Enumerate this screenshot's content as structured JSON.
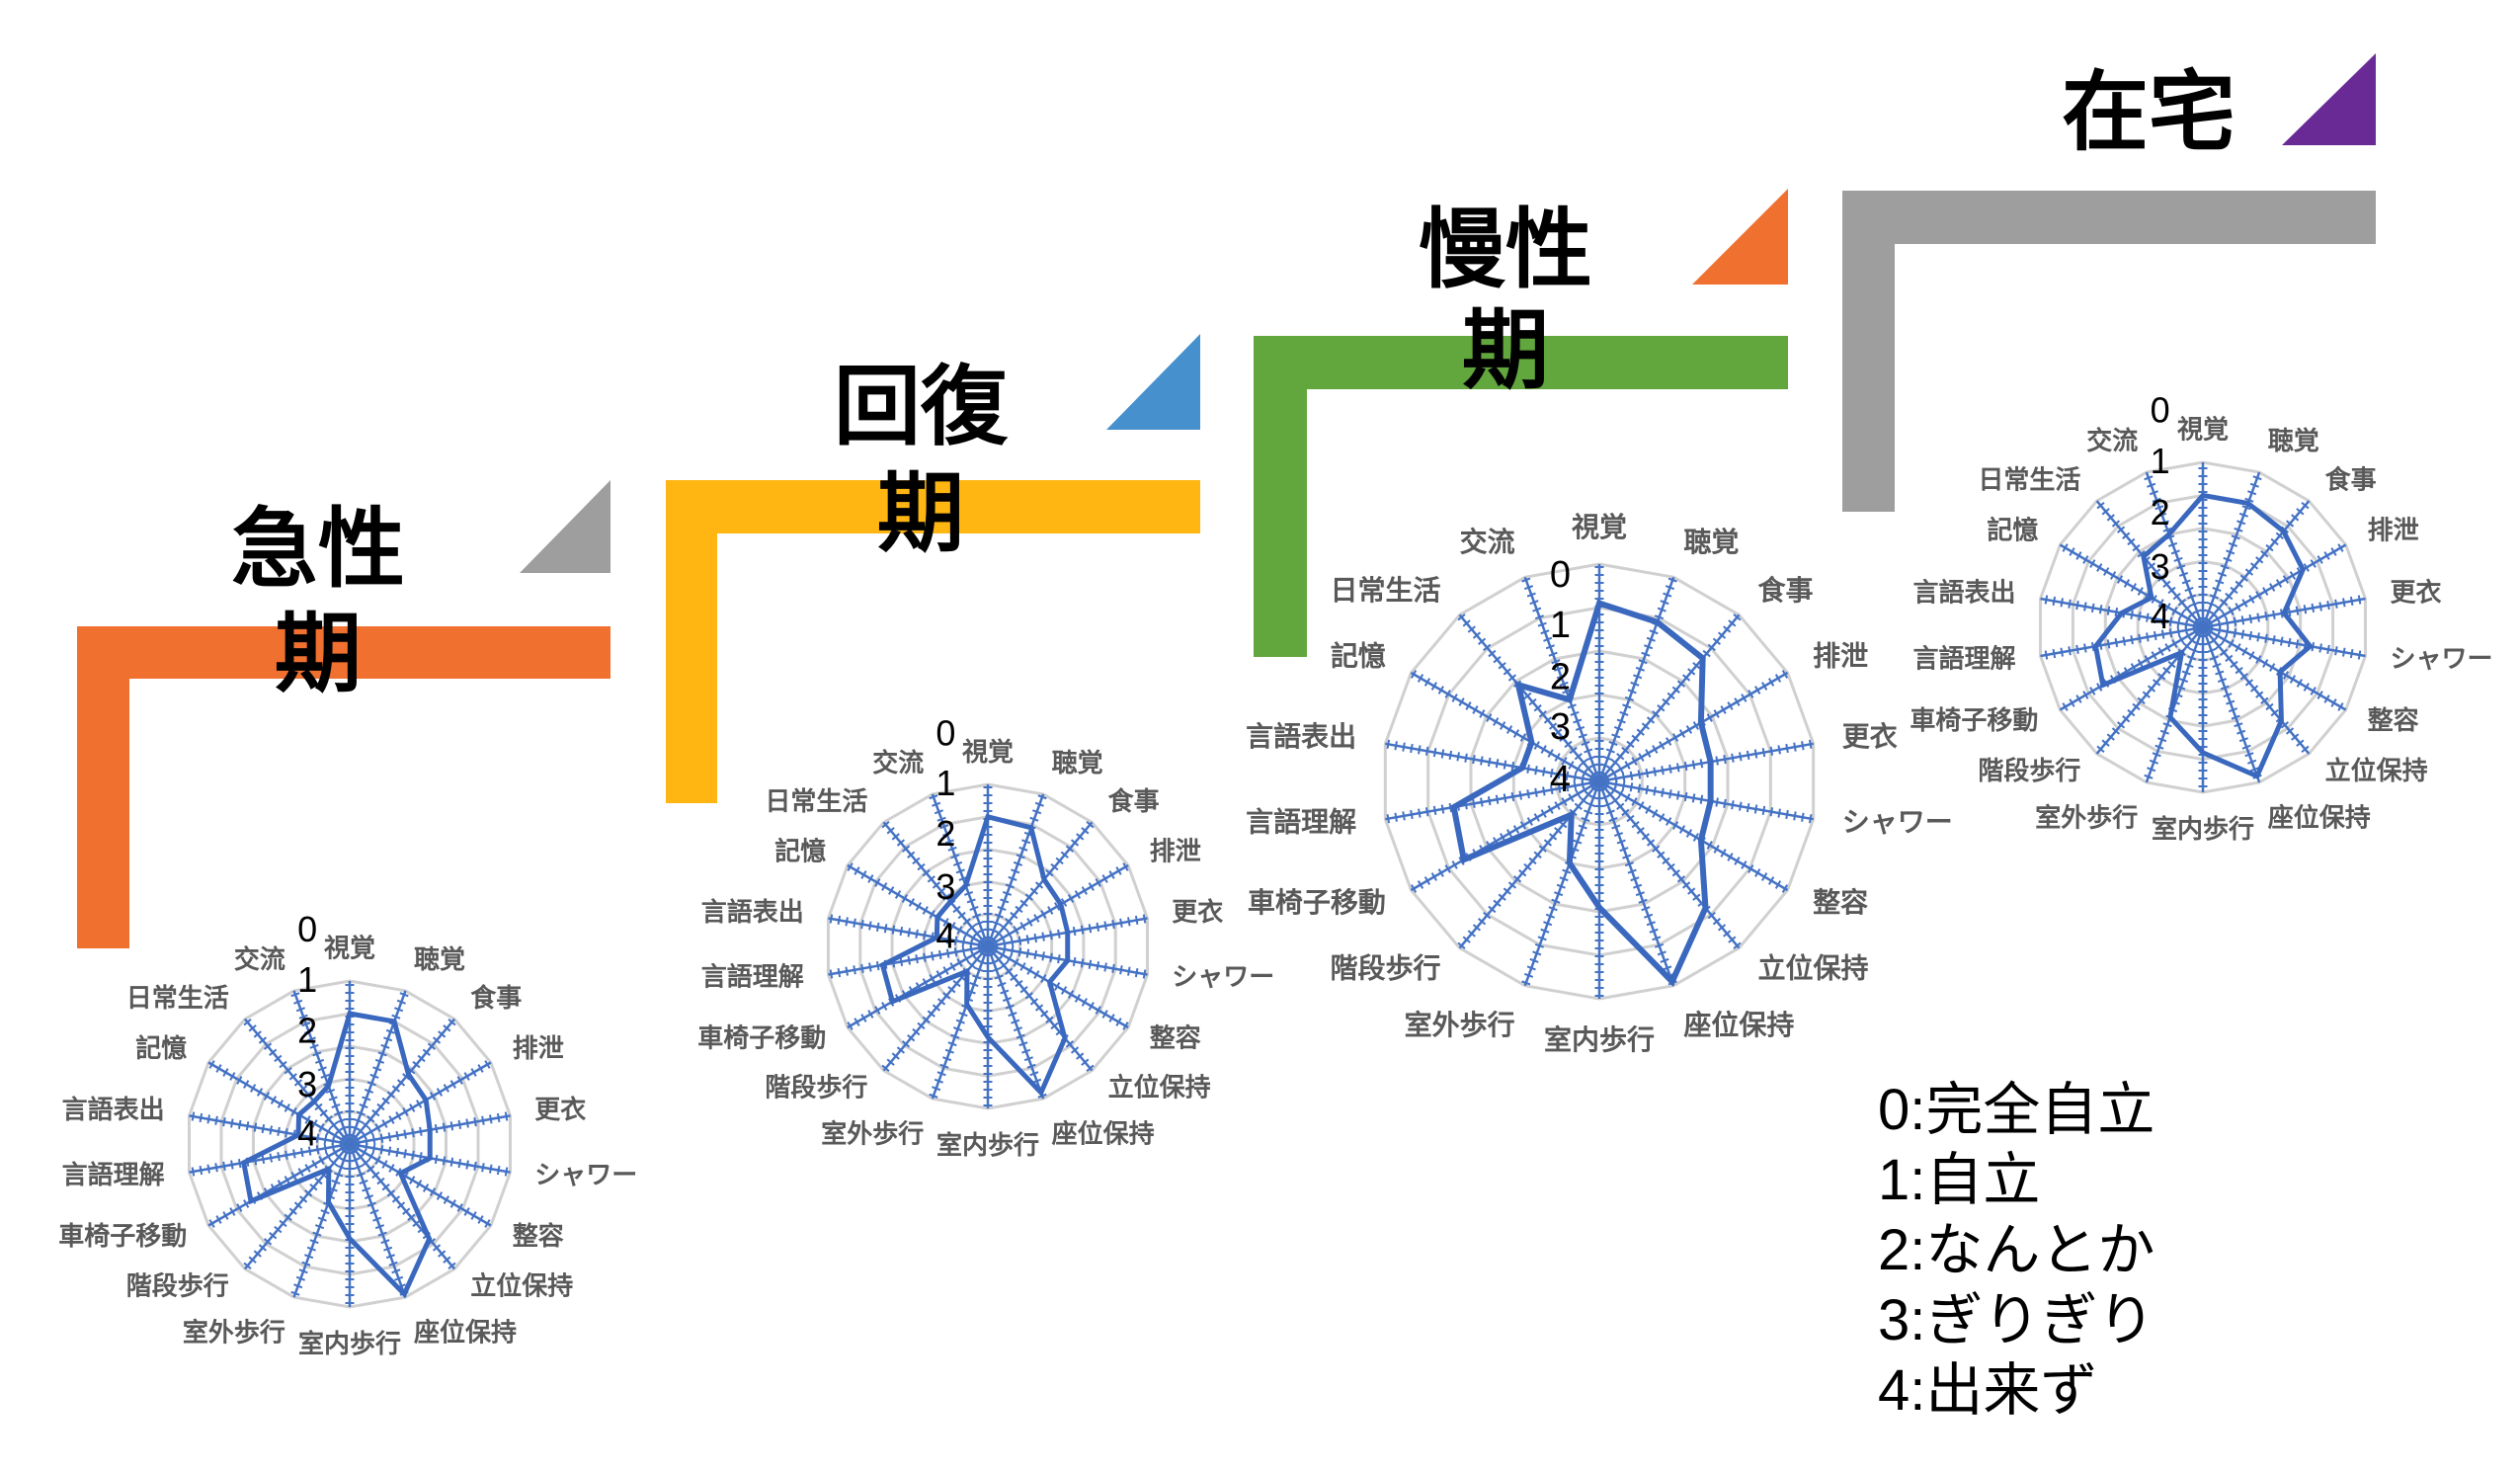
{
  "stages": [
    {
      "line1": "急性",
      "line2": "期",
      "color": "#F07030",
      "triangle_color": "#9E9E9E"
    },
    {
      "line1": "回復",
      "line2": "期",
      "color": "#FFB612",
      "triangle_color": "#4690CD"
    },
    {
      "line1": "慢性",
      "line2": "期",
      "color": "#62A63E",
      "triangle_color": "#F07030"
    },
    {
      "line1": "在宅",
      "line2": "",
      "color": "#9E9E9E",
      "triangle_color": "#6A2A96"
    }
  ],
  "legend": {
    "lines": [
      "0:完全自立",
      "1:自立",
      "2:なんとか",
      "3:ぎりぎり",
      "4:出来ず"
    ]
  },
  "colors": {
    "series": "#3A68BE",
    "axis": "#4472C4",
    "grid": "#D0D0D0",
    "label": "#595959"
  },
  "chart_data": [
    {
      "type": "radar",
      "categories": [
        "視覚",
        "聴覚",
        "食事",
        "排泄",
        "更衣",
        "シャワー",
        "整容",
        "立位保持",
        "座位保持",
        "室内歩行",
        "室外歩行",
        "階段歩行",
        "車椅子移動",
        "言語理解",
        "言語表出",
        "記憶",
        "日常生活",
        "交流"
      ],
      "values": [
        1.0,
        1.0,
        2.2,
        2.3,
        2.5,
        2.5,
        3.2,
        1.2,
        0.1,
        2.1,
        3.1,
        4.0,
        1.5,
        1.7,
        3.4,
        3.2,
        3.3,
        3.1
      ],
      "tick_labels": [
        "0",
        "1",
        "2",
        "3",
        "4"
      ],
      "axis_range": [
        0,
        5
      ],
      "axis_reversed": true,
      "grid": true
    },
    {
      "type": "radar",
      "categories": [
        "視覚",
        "聴覚",
        "食事",
        "排泄",
        "更衣",
        "シャワー",
        "整容",
        "立位保持",
        "座位保持",
        "室内歩行",
        "室外歩行",
        "階段歩行",
        "車椅子移動",
        "言語理解",
        "言語表出",
        "記憶",
        "日常生活",
        "交流"
      ],
      "values": [
        1.0,
        1.1,
        2.3,
        2.4,
        2.5,
        2.5,
        2.8,
        1.3,
        0.2,
        2.2,
        3.1,
        4.0,
        1.6,
        1.7,
        3.4,
        3.2,
        3.2,
        3.0
      ],
      "tick_labels": [
        "0",
        "1",
        "2",
        "3",
        "4"
      ],
      "axis_range": [
        0,
        5
      ],
      "axis_reversed": true,
      "grid": true
    },
    {
      "type": "radar",
      "categories": [
        "視覚",
        "聴覚",
        "食事",
        "排泄",
        "更衣",
        "シャワー",
        "整容",
        "立位保持",
        "座位保持",
        "室内歩行",
        "室外歩行",
        "階段歩行",
        "車椅子移動",
        "言語理解",
        "言語表出",
        "記憶",
        "日常生活",
        "交流"
      ],
      "values": [
        0.9,
        1.1,
        1.3,
        2.3,
        2.4,
        2.4,
        2.3,
        1.2,
        0.1,
        2.1,
        3.0,
        4.0,
        1.4,
        1.6,
        3.2,
        3.2,
        2.1,
        3.0
      ],
      "tick_labels": [
        "0",
        "1",
        "2",
        "3",
        "4"
      ],
      "axis_range": [
        0,
        5
      ],
      "axis_reversed": true,
      "grid": true
    },
    {
      "type": "radar",
      "categories": [
        "視覚",
        "聴覚",
        "食事",
        "排泄",
        "更衣",
        "シャワー",
        "整容",
        "立位保持",
        "座位保持",
        "室内歩行",
        "室外歩行",
        "階段歩行",
        "車椅子移動",
        "言語理解",
        "言語表出",
        "記憶",
        "日常生活",
        "交流"
      ],
      "values": [
        1.0,
        1.0,
        1.2,
        1.5,
        2.5,
        1.7,
        2.3,
        1.3,
        0.2,
        1.2,
        2.1,
        4.0,
        1.5,
        1.7,
        2.5,
        3.2,
        2.2,
        2.0
      ],
      "tick_labels": [
        "0",
        "1",
        "2",
        "3",
        "4"
      ],
      "axis_range": [
        0,
        5
      ],
      "axis_reversed": true,
      "grid": true
    }
  ]
}
